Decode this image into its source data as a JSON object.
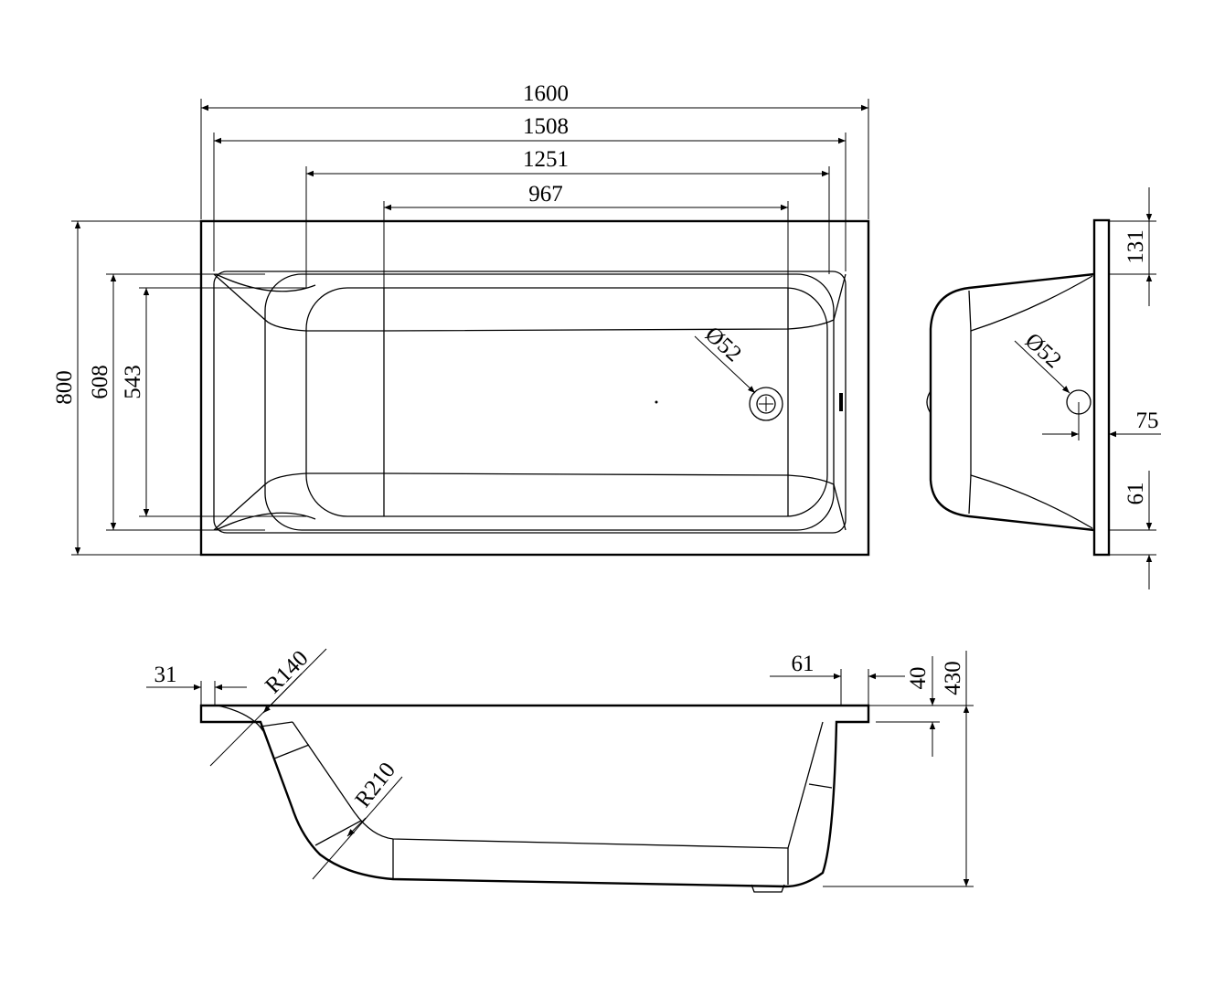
{
  "top_view": {
    "length_overall": "1600",
    "length_rim": "1508",
    "length_basin": "1251",
    "length_bottom": "967",
    "width_overall": "800",
    "width_rim": "608",
    "width_basin": "543",
    "drain_diameter": "Ø52"
  },
  "end_view": {
    "flange_top": "131",
    "drain_diameter": "Ø52",
    "drain_offset": "75",
    "flange_bottom": "61"
  },
  "section_view": {
    "rim_left": "31",
    "radius_upper": "R140",
    "radius_lower": "R210",
    "rim_right": "61",
    "rim_height": "40",
    "total_height": "430"
  }
}
